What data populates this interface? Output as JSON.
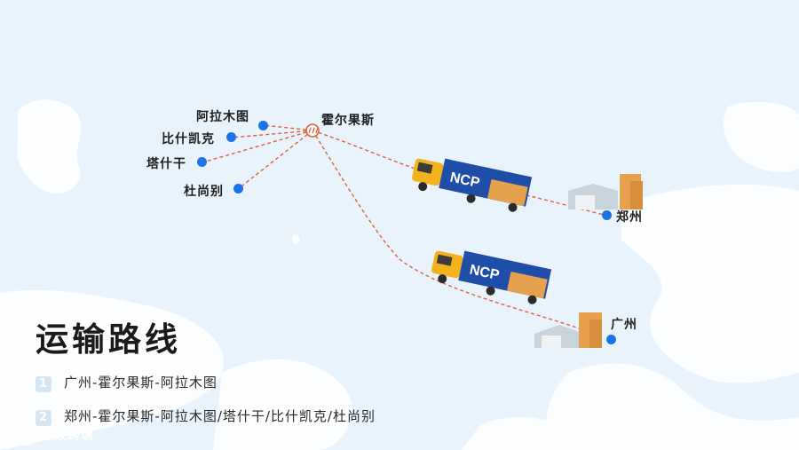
{
  "title": "运输路线",
  "hub": {
    "name": "霍尔果斯"
  },
  "destinations": [
    "阿拉木图",
    "比什凯克",
    "塔什干",
    "杜尚别"
  ],
  "origins": [
    "郑州",
    "广州"
  ],
  "truck": {
    "brand": "NCP"
  },
  "routes": [
    {
      "num": "1",
      "text": "广州-霍尔果斯-阿拉木图"
    },
    {
      "num": "2",
      "text": "郑州-霍尔果斯-阿拉木图/塔什干/比什凯克/杜尚别"
    }
  ],
  "watermark": "大数跨境",
  "colors": {
    "route_line": "#e0603c",
    "dot": "#1a73e8",
    "truck_container": "#1f4ea8",
    "cab": "#f2b21c",
    "land": "#ffffff",
    "sea": "#e9f3fb"
  }
}
